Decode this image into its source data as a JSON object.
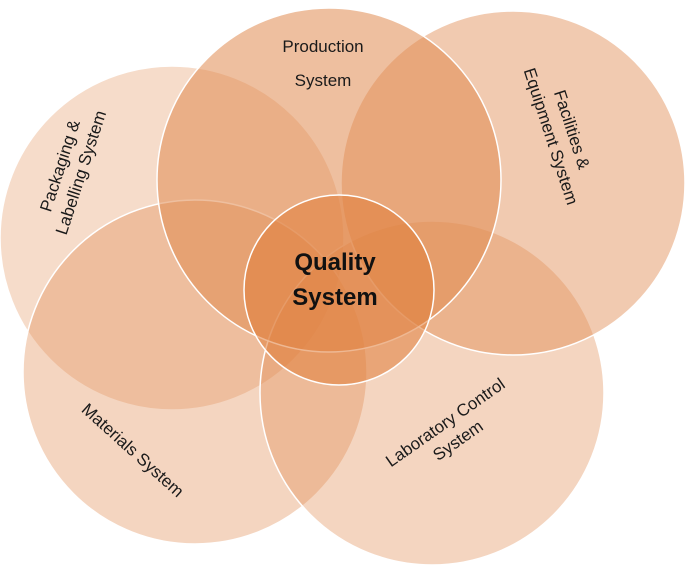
{
  "diagram": {
    "center": {
      "line1": "Quality",
      "line2": "System"
    },
    "systems": {
      "production": {
        "line1": "Production",
        "line2": "System"
      },
      "facilities": {
        "line1": "Facilities &",
        "line2": "Equipment System"
      },
      "laboratory": {
        "line1": "Laboratory Control",
        "line2": "System"
      },
      "materials": {
        "line1": "Materials System"
      },
      "packaging": {
        "line1": "Packaging &",
        "line2": "Labelling System"
      }
    },
    "colors": {
      "petal_fill": "#e08a50",
      "center_fill": "#e07d3a",
      "stroke": "#ffffff"
    }
  }
}
